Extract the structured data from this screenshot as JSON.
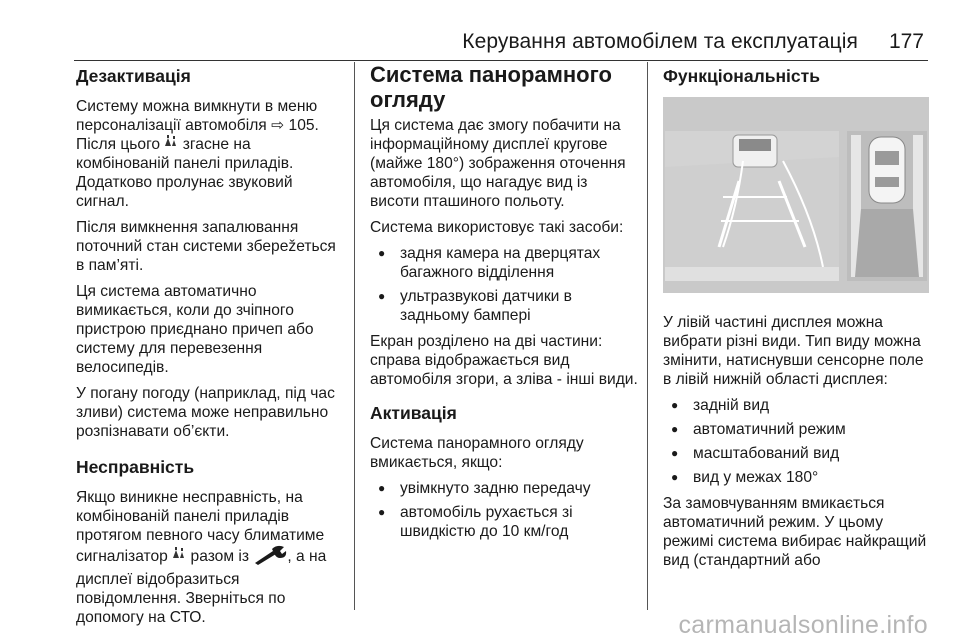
{
  "header": {
    "title": "Керування автомобілем та експлуатація",
    "page_number": "177"
  },
  "col1": {
    "deactivation_heading": "Дезактивація",
    "p1_text": "Систему можна вимкнути в меню персоналізації автомобіля",
    "p1_ref": "105.",
    "p2_before": "Після цього",
    "p2_after": "згасне на комбінованій панелі приладів. Додатково пролунає звуковий сигнал.",
    "p3": "Після вимкнення запалювання поточний стан системи зберežеться в пам’яті.",
    "p4": "Ця система автоматично вимикається, коли до зчіпного пристрою приєднано причеп або систему для перевезення велосипедів.",
    "p5": "У погану погоду (наприклад, під час зливи) система може неправильно розпізнавати об’єкти.",
    "fault_heading": "Несправність",
    "p6_before": "Якщо виникне несправність, на комбінованій панелі приладів протягом певного часу блиматиме сигналізатор",
    "p6_mid": "разом із",
    "p6_after": ", а на дисплеї відобразиться повідомлення. Зверніться по допомогу на СТО."
  },
  "col2": {
    "title": "Система панорамного огляду",
    "p1": "Ця система дає змогу побачити на інформаційному дисплеї кругове (майже 180°) зображення оточення автомобіля, що нагадує вид із висоти пташиного польоту.",
    "p2": "Система використовує такі засоби:",
    "bullets1": [
      "задня камера на дверцятах багажного відділення",
      "ультразвукові датчики в задньому бампері"
    ],
    "p3": "Екран розділено на дві частини: справа відображається вид автомобіля згори, а зліва - інші види.",
    "activation_heading": "Активація",
    "p4": "Система панорамного огляду вмикається, якщо:",
    "bullets2": [
      "увімкнуто задню передачу",
      "автомобіль рухається зі швидкістю до 10 км/год"
    ]
  },
  "col3": {
    "heading": "Функціональність",
    "p1": "У лівій частині дисплея можна вибрати різні види. Тип виду можна змінити, натиснувши сенсорне поле в лівій нижній області дисплея:",
    "bullets": [
      "задній вид",
      "автоматичний режим",
      "масштабований вид",
      "вид у межах 180°"
    ],
    "p2": "За замовчуванням вмикається автоматичний режим. У цьому режимі система вибирає найкращий вид (стандартний або"
  },
  "watermark": "carmanualsonline.info",
  "icons": {
    "ref_arrow": "⇨",
    "sensor_glyph": "▲▲"
  },
  "colors": {
    "text": "#1a1a1a",
    "figure_bg": "#c9c9c9",
    "watermark": "#b5b5b5"
  }
}
